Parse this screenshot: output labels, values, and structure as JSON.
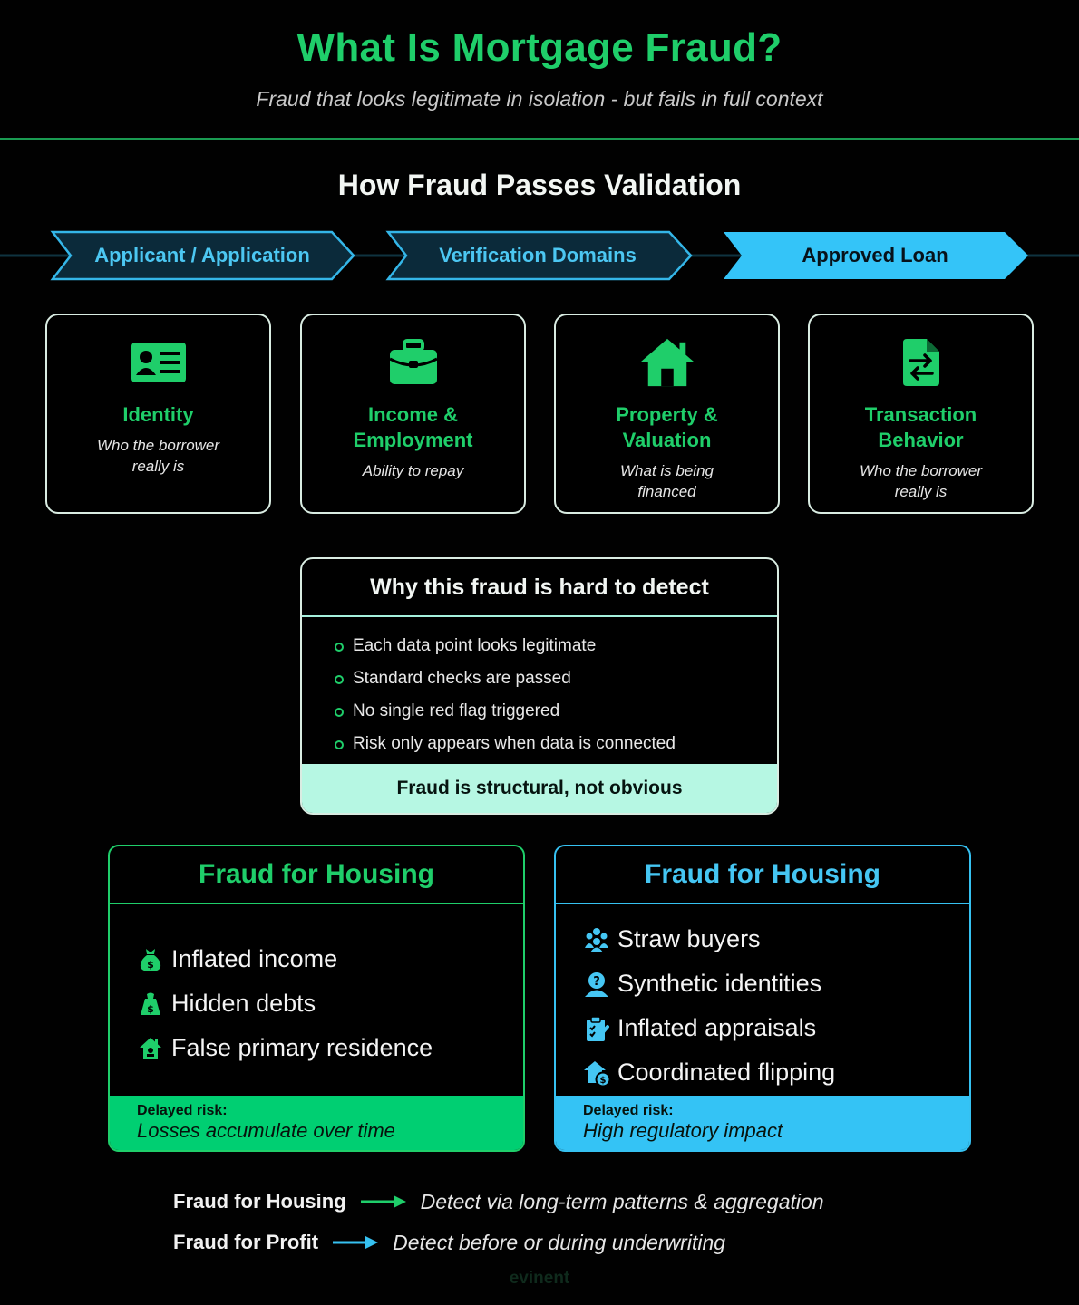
{
  "header": {
    "title": "What Is Mortgage Fraud?",
    "subtitle": "Fraud that looks legitimate in isolation - but fails in full context"
  },
  "section_heading": "How Fraud Passes Validation",
  "flow": {
    "steps": [
      {
        "label": "Applicant / Application",
        "style": "outline"
      },
      {
        "label": "Verification Domains",
        "style": "outline"
      },
      {
        "label": "Approved Loan",
        "style": "filled"
      }
    ]
  },
  "domains": [
    {
      "icon": "id-card-icon",
      "title": "Identity",
      "desc": "Who the borrower really is"
    },
    {
      "icon": "briefcase-icon",
      "title": "Income & Employment",
      "desc": "Ability to repay"
    },
    {
      "icon": "house-icon",
      "title": "Property & Valuation",
      "desc": "What is being financed"
    },
    {
      "icon": "transaction-document-icon",
      "title": "Transaction Behavior",
      "desc": "Who the borrower really is"
    }
  ],
  "why_box": {
    "title": "Why this fraud is hard to detect",
    "items": [
      "Each data point looks legitimate",
      "Standard checks are passed",
      "No single red flag triggered",
      "Risk only appears when data is connected"
    ],
    "footer": "Fraud is structural, not obvious"
  },
  "fraud_housing": {
    "title": "Fraud for Housing",
    "items": [
      {
        "icon": "money-bag-icon",
        "text": "Inflated income"
      },
      {
        "icon": "money-bag-icon",
        "text": "Hidden debts"
      },
      {
        "icon": "house-icon",
        "text": "False primary residence"
      }
    ],
    "risk_label": "Delayed risk:",
    "risk_text": "Losses accumulate over time",
    "accent": "#00cf72"
  },
  "fraud_profit": {
    "title": "Fraud for Housing",
    "items": [
      {
        "icon": "group-icon",
        "text": "Straw buyers"
      },
      {
        "icon": "unknown-person-icon",
        "text": "Synthetic identities"
      },
      {
        "icon": "clipboard-icon",
        "text": "Inflated appraisals"
      },
      {
        "icon": "house-money-icon",
        "text": "Coordinated flipping"
      }
    ],
    "risk_label": "Delayed risk:",
    "risk_text": "High regulatory impact",
    "accent": "#34c3f5"
  },
  "legend": [
    {
      "key": "Fraud for Housing",
      "value": "Detect via long-term patterns & aggregation",
      "color": "#1fce6a"
    },
    {
      "key": "Fraud for Profit",
      "value": "Detect before or during underwriting",
      "color": "#36c1f1"
    }
  ],
  "watermark": "evinent"
}
